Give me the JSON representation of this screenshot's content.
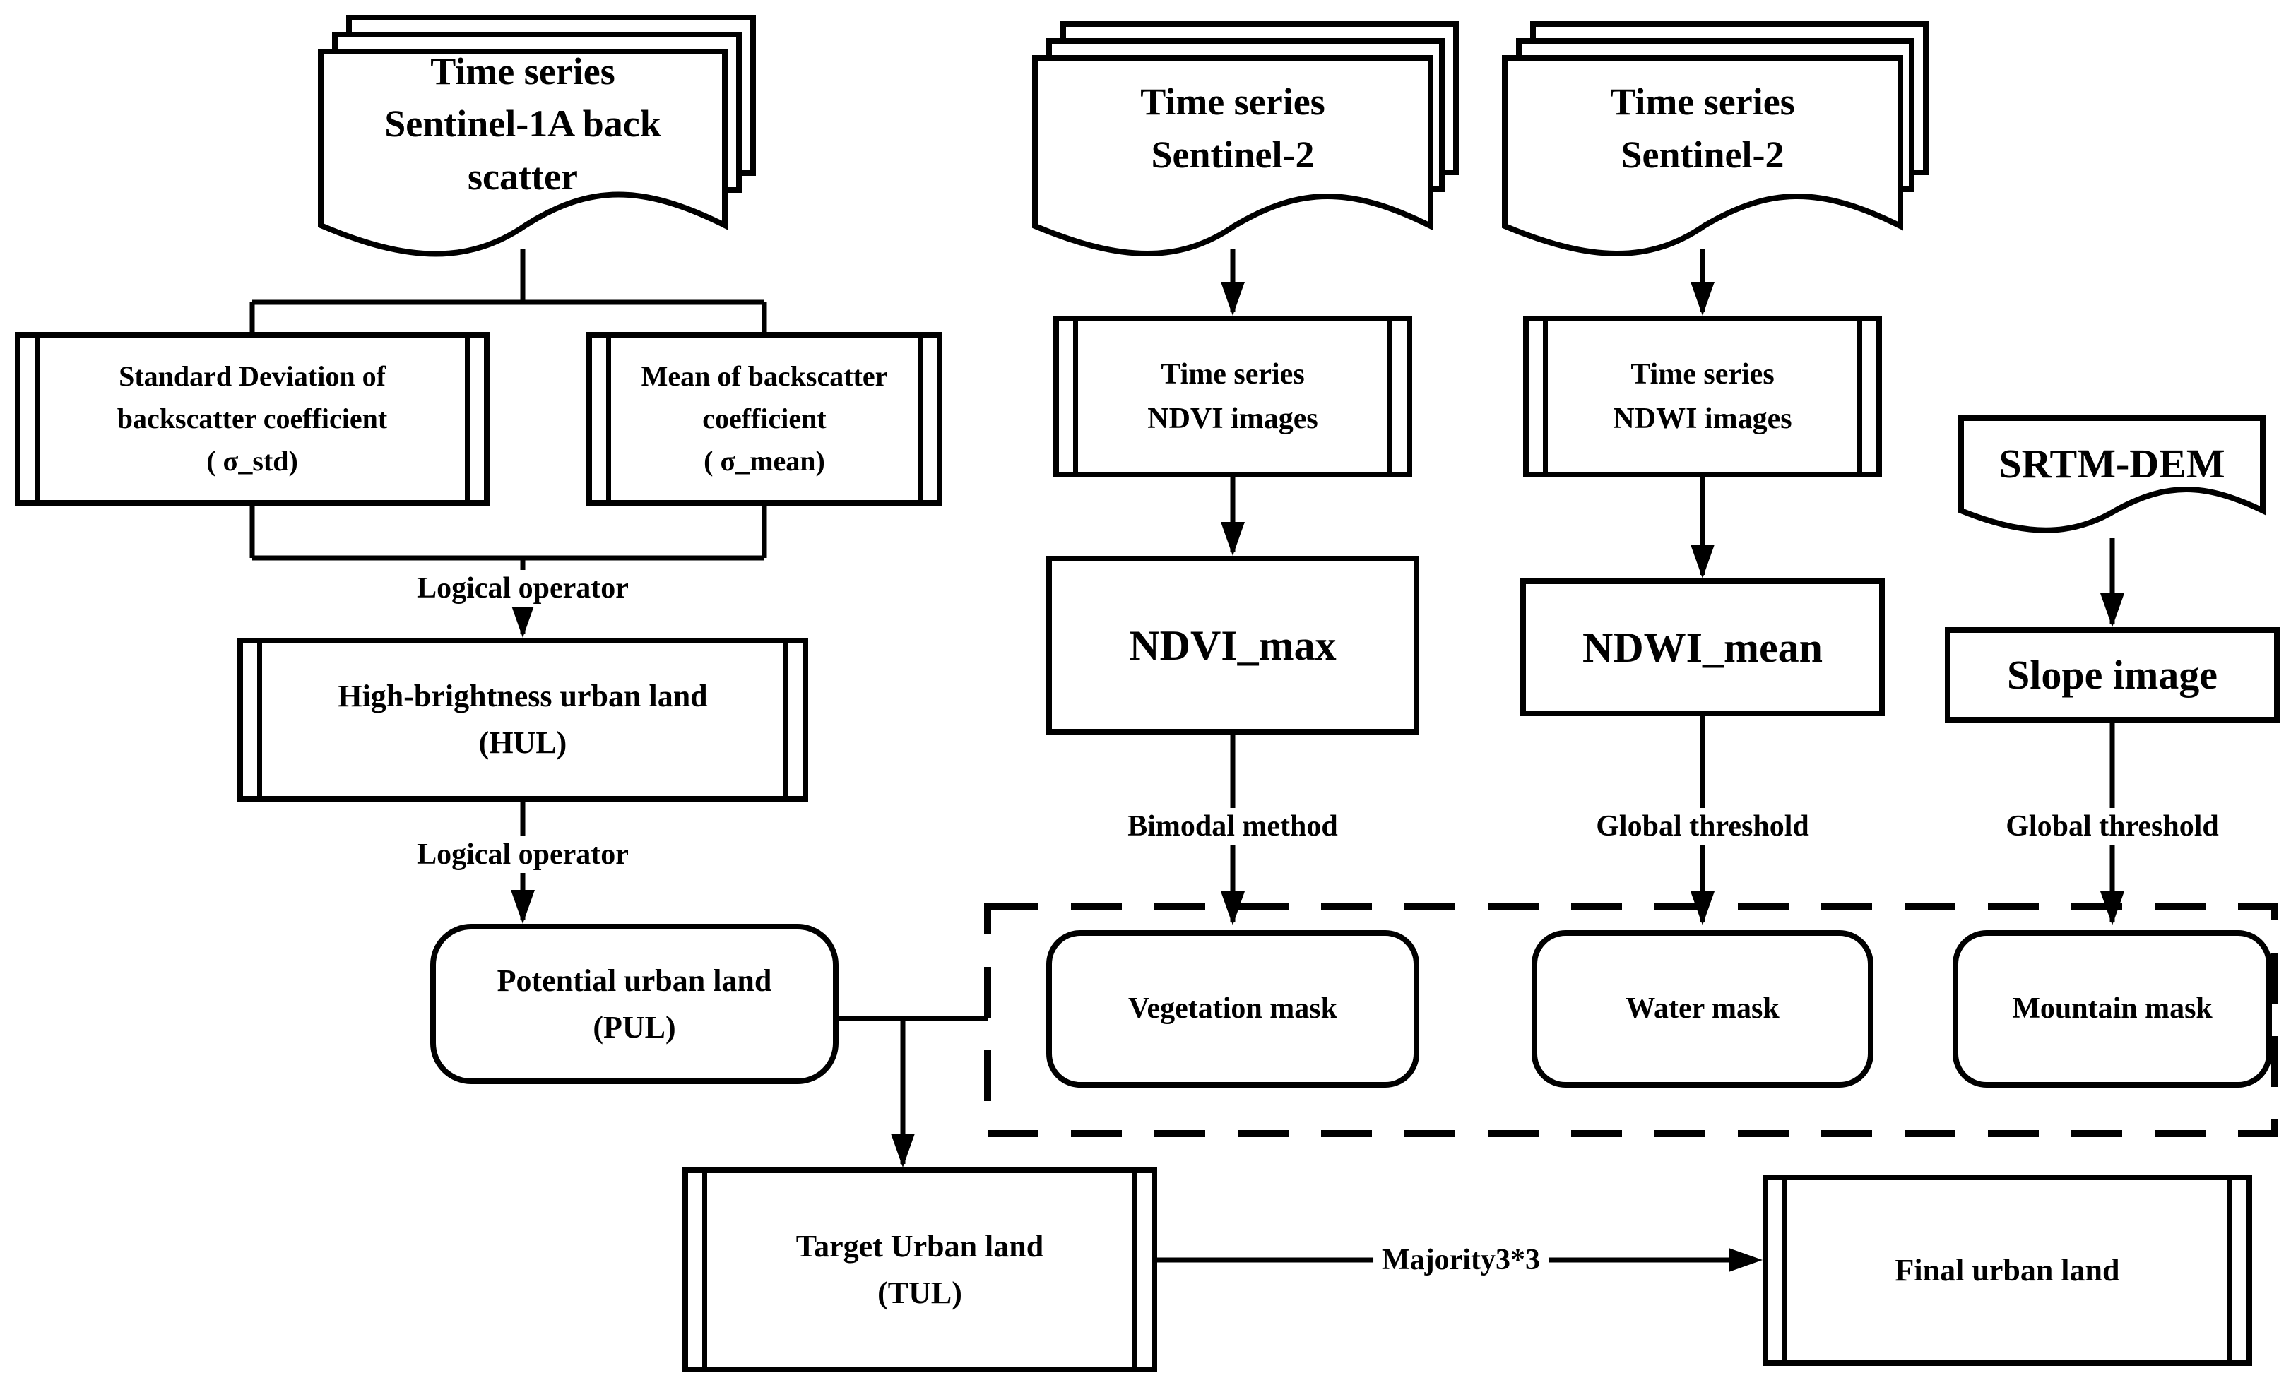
{
  "figure": {
    "title": "Urban land extraction flowchart",
    "background": "#ffffff",
    "ink": "#000000"
  },
  "nodes": {
    "s1a_doc": {
      "shape": "stacked-document",
      "lines": [
        "Time series",
        "Sentinel-1A back",
        "scatter"
      ]
    },
    "s2_doc_ndvi": {
      "shape": "stacked-document",
      "lines": [
        "Time series",
        "Sentinel-2"
      ]
    },
    "s2_doc_ndwi": {
      "shape": "stacked-document",
      "lines": [
        "Time series",
        "Sentinel-2"
      ]
    },
    "srtm_doc": {
      "shape": "document",
      "lines": [
        "SRTM-DEM"
      ]
    },
    "std_box": {
      "shape": "predefined-process",
      "lines": [
        "Standard Deviation of",
        "backscatter coefficient",
        "( σ_std)"
      ]
    },
    "mean_box": {
      "shape": "predefined-process",
      "lines": [
        "Mean of backscatter",
        "coefficient",
        "( σ_mean)"
      ]
    },
    "hul_box": {
      "shape": "predefined-process",
      "lines": [
        "High-brightness urban land",
        "(HUL)"
      ]
    },
    "pul_box": {
      "shape": "rounded-rect",
      "lines": [
        "Potential urban land",
        "(PUL)"
      ]
    },
    "ndvi_images_box": {
      "shape": "predefined-process",
      "lines": [
        "Time series",
        "NDVI images"
      ]
    },
    "ndwi_images_box": {
      "shape": "predefined-process",
      "lines": [
        "Time series",
        "NDWI images"
      ]
    },
    "ndvi_max_box": {
      "shape": "rect",
      "lines": [
        "NDVI_max"
      ]
    },
    "ndwi_mean_box": {
      "shape": "rect",
      "lines": [
        "NDWI_mean"
      ]
    },
    "slope_box": {
      "shape": "rect",
      "lines": [
        "Slope image"
      ]
    },
    "vegetation_mask": {
      "shape": "rounded-rect",
      "lines": [
        "Vegetation mask"
      ]
    },
    "water_mask": {
      "shape": "rounded-rect",
      "lines": [
        "Water mask"
      ]
    },
    "mountain_mask": {
      "shape": "rounded-rect",
      "lines": [
        "Mountain mask"
      ]
    },
    "tul_box": {
      "shape": "predefined-process",
      "lines": [
        "Target Urban land",
        "(TUL)"
      ]
    },
    "final_box": {
      "shape": "predefined-process",
      "lines": [
        "Final urban land"
      ]
    }
  },
  "edge_labels": {
    "logical_operator_1": "Logical operator",
    "logical_operator_2": "Logical operator",
    "bimodal_method": "Bimodal method",
    "global_threshold_water": "Global threshold",
    "global_threshold_mountain": "Global threshold",
    "majority_filter": "Majority3*3"
  }
}
